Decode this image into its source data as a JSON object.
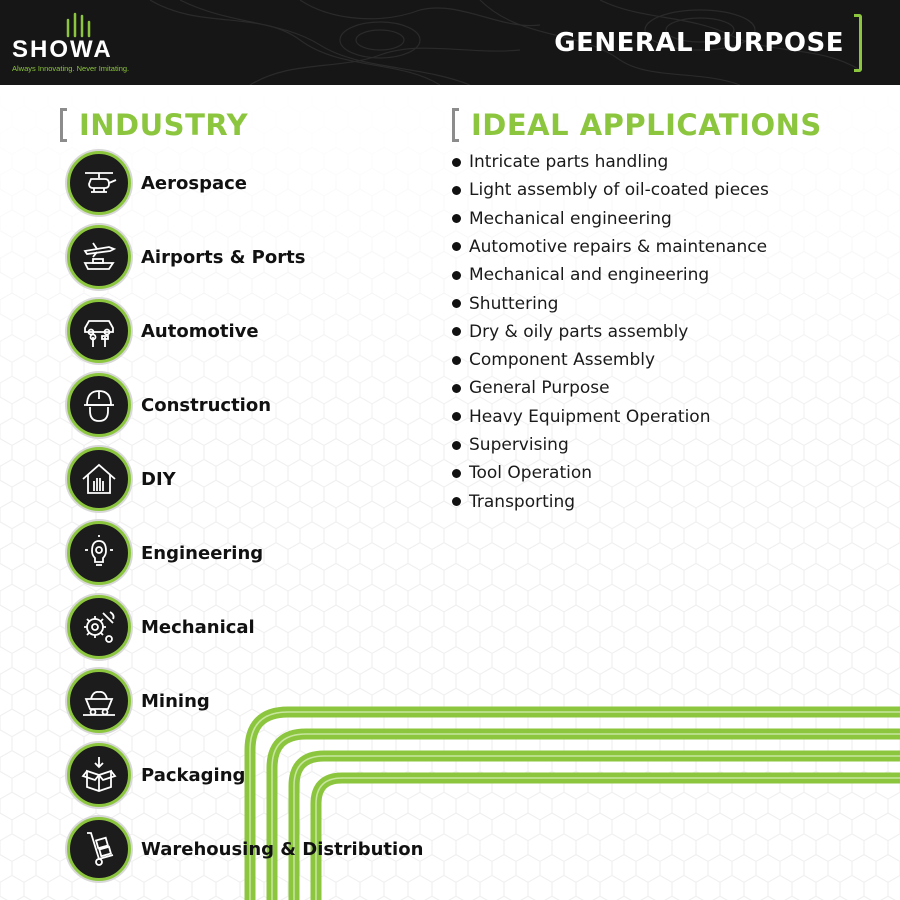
{
  "header": {
    "logo_text": "SHOWA",
    "tagline": "Always Innovating. Never Imitating.",
    "title": "GENERAL PURPOSE"
  },
  "industry_section": {
    "title": "INDUSTRY",
    "items": [
      {
        "label": "Aerospace",
        "icon": "helicopter-icon"
      },
      {
        "label": "Airports & Ports",
        "icon": "plane-ship-icon"
      },
      {
        "label": "Automotive",
        "icon": "car-tools-icon"
      },
      {
        "label": "Construction",
        "icon": "hard-hat-icon"
      },
      {
        "label": "DIY",
        "icon": "house-hand-icon"
      },
      {
        "label": "Engineering",
        "icon": "lightbulb-gear-icon"
      },
      {
        "label": "Mechanical",
        "icon": "gear-wrench-icon"
      },
      {
        "label": "Mining",
        "icon": "mine-cart-icon"
      },
      {
        "label": "Packaging",
        "icon": "box-icon"
      },
      {
        "label": "Warehousing & Distribution",
        "icon": "hand-truck-icon"
      }
    ]
  },
  "applications_section": {
    "title": "IDEAL APPLICATIONS",
    "items": [
      "Intricate parts handling",
      "Light assembly of oil-coated pieces",
      "Mechanical engineering",
      "Automotive repairs & maintenance",
      "Mechanical and engineering",
      "Shuttering",
      "Dry & oily parts assembly",
      "Component Assembly",
      "General Purpose",
      "Heavy Equipment Operation",
      "Supervising",
      "Tool Operation",
      "Transporting"
    ]
  },
  "colors": {
    "accent_green": "#8cc63f",
    "header_bg": "#161616",
    "icon_bg": "#1c1c1c"
  }
}
